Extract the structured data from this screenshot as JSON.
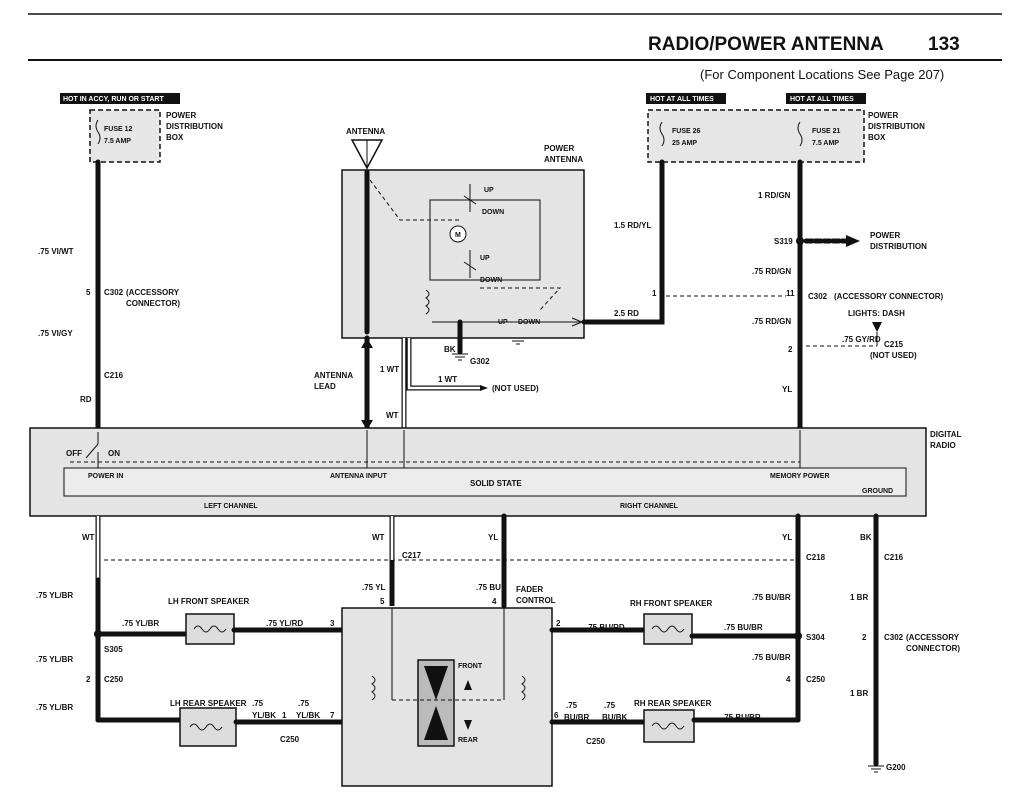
{
  "header": {
    "title": "RADIO/POWER ANTENNA",
    "page_number": "133",
    "subtitle": "(For Component Locations See Page 207)"
  },
  "hot_labels": {
    "left": "HOT IN ACCY, RUN OR START",
    "mid": "HOT AT ALL TIMES",
    "right": "HOT AT ALL TIMES"
  },
  "fuses": {
    "fuse12_name": "FUSE 12",
    "fuse12_amp": "7.5 AMP",
    "fuse26_name": "FUSE 26",
    "fuse26_amp": "25 AMP",
    "fuse21_name": "FUSE 21",
    "fuse21_amp": "7.5 AMP",
    "pdb_left": [
      "POWER",
      "DISTRIBUTION",
      "BOX"
    ],
    "pdb_right": [
      "POWER",
      "DISTRIBUTION",
      "BOX"
    ]
  },
  "antenna": {
    "label": "ANTENNA",
    "power_antenna": [
      "POWER",
      "ANTENNA"
    ],
    "up": "UP",
    "down": "DOWN",
    "up2": "UP",
    "down2": "DOWN",
    "up3": "UP",
    "down3": "DOWN",
    "motor": "M",
    "bk": "BK",
    "g302": "G302",
    "lead": [
      "ANTENNA",
      "LEAD"
    ]
  },
  "wires": {
    "w1": ".75 VI/WT",
    "c302_pin5": "5",
    "c302_left": "C302",
    "c302_left_desc": [
      "(ACCESSORY",
      "CONNECTOR)"
    ],
    "w2": ".75 VI/GY",
    "c216": "C216",
    "rd": "RD",
    "wt1": "1 WT",
    "wt2": "1 WT",
    "wt3": "WT",
    "not_used1": "(NOT USED)",
    "w_15rdyl": "1.5 RD/YL",
    "w_25rd": "2.5 RD",
    "w_1rdgn": "1 RD/GN",
    "s319": "S319",
    "power_dist": [
      "POWER",
      "DISTRIBUTION"
    ],
    "w_75rdgn_a": ".75 RD/GN",
    "pin1": "1",
    "pin11": "11",
    "c302_right": "C302",
    "c302_right_desc": "(ACCESSORY CONNECTOR)",
    "w_75rdgn_b": ".75 RD/GN",
    "lights_dash": "LIGHTS: DASH",
    "w_75gyrd": ".75 GY/RD",
    "c215": "C215",
    "not_used2": "(NOT USED)",
    "pin2": "2",
    "yl": "YL"
  },
  "radio": {
    "name": [
      "DIGITAL",
      "RADIO"
    ],
    "off": "OFF",
    "on": "ON",
    "power_in": "POWER IN",
    "antenna_input": "ANTENNA INPUT",
    "solid_state": "SOLID STATE",
    "memory_power": "MEMORY POWER",
    "ground": "GROUND",
    "left_channel": "LEFT CHANNEL",
    "right_channel": "RIGHT CHANNEL"
  },
  "lower": {
    "wt_l": "WT",
    "wt_c": "WT",
    "c217": "C217",
    "yl_c": "YL",
    "yl_r": "YL",
    "c218": "C218",
    "bk": "BK",
    "c216b": "C216",
    "w_75ylbr_a": ".75 YL/BR",
    "lh_front": "LH FRONT SPEAKER",
    "w_75ylbr_b": ".75 YL/BR",
    "w_75ylrd": ".75 YL/RD",
    "pin3": "3",
    "s305": "S305",
    "w_75ylbr_c": ".75 YL/BR",
    "pin2l": "2",
    "c250_l": "C250",
    "w_75ylbr_d": ".75 YL/BR",
    "lh_rear": "LH REAR SPEAKER",
    "w_75": ".75",
    "w_ylbk": "YL/BK",
    "pin1l": "1",
    "w_75b": ".75",
    "w_ylbk2": "YL/BK",
    "pin7": "7",
    "c250_b": "C250",
    "w_75yl": ".75 YL",
    "pin5": "5",
    "w_75bu": ".75 BU",
    "pin4": "4",
    "fader": [
      "FADER",
      "CONTROL"
    ],
    "front": "FRONT",
    "rear": "REAR",
    "pin2r": "2",
    "w_75burd": ".75 BU/RD",
    "rh_front": "RH FRONT SPEAKER",
    "w_75bubr_a": ".75 BU/BR",
    "s304": "S304",
    "w_75bubr_b": ".75 BU/BR",
    "w_75bubr_c": ".75 BU/BR",
    "pin4r": "4",
    "c250_r": "C250",
    "pin6": "6",
    "w_75c": ".75",
    "w_bubr": "BU/BR",
    "w_75d": ".75",
    "w_bubk": "BU/BK",
    "c250_c": "C250",
    "rh_rear": "RH REAR SPEAKER",
    "w_75bubr_d": ".75 BU/BR",
    "br1": "1 BR",
    "pin2g": "2",
    "c302_g": "C302",
    "c302_g_desc": [
      "(ACCESSORY",
      "CONNECTOR)"
    ],
    "br2": "1 BR",
    "g200": "G200"
  }
}
